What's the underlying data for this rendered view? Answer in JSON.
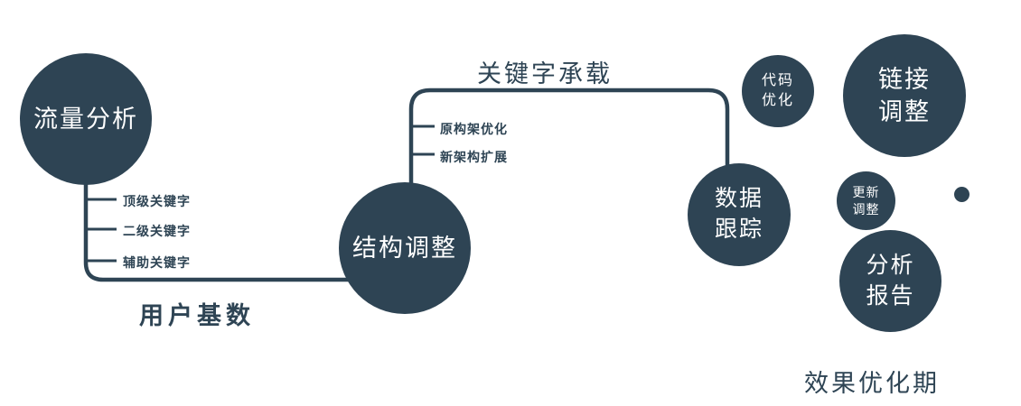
{
  "colors": {
    "primary": "#2e4454",
    "text_on_dark": "#ffffff",
    "background": "#ffffff"
  },
  "nodes": {
    "traffic": {
      "label": "流量分析"
    },
    "structure": {
      "label": "结构调整"
    },
    "data_tracking": {
      "lines": [
        "数据",
        "跟踪"
      ]
    },
    "code_opt": {
      "lines": [
        "代码",
        "优化"
      ]
    },
    "link_adjust": {
      "lines": [
        "链接",
        "调整"
      ]
    },
    "update_adjust": {
      "lines": [
        "更新",
        "调整"
      ]
    },
    "analysis_report": {
      "lines": [
        "分析",
        "报告"
      ]
    }
  },
  "edge_labels": {
    "user_base": "用户基数",
    "keyword_carry": "关键字承载"
  },
  "branches": {
    "traffic": [
      "顶级关键字",
      "二级关键字",
      "辅助关键字"
    ],
    "structure": [
      "原构架优化",
      "新架构扩展"
    ]
  },
  "footer": "效果优化期"
}
